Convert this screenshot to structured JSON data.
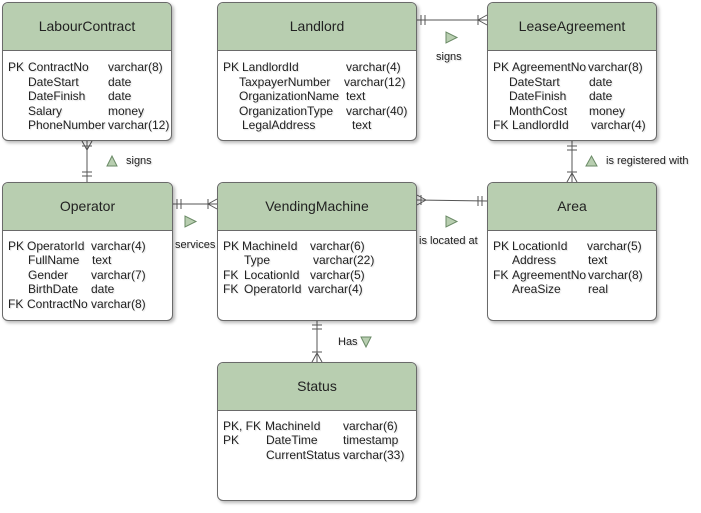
{
  "entities": {
    "labour_contract": {
      "title": "LabourContract",
      "rows": [
        {
          "key": "PK",
          "name": "ContractNo",
          "type": "varchar(8)"
        },
        {
          "key": "",
          "name": "DateStart",
          "type": "date"
        },
        {
          "key": "",
          "name": "DateFinish",
          "type": "date"
        },
        {
          "key": "",
          "name": "Salary",
          "type": "money"
        },
        {
          "key": "",
          "name": "PhoneNumber",
          "type": "varchar(12)"
        }
      ]
    },
    "landlord": {
      "title": "Landlord",
      "rows": [
        {
          "key": "PK",
          "name": "LandlordId",
          "type": "varchar(4)"
        },
        {
          "key": "",
          "name": "TaxpayerNumber",
          "type": "varchar(12)"
        },
        {
          "key": "",
          "name": "OrganizationName",
          "type": "text"
        },
        {
          "key": "",
          "name": "OrganizationType",
          "type": "varchar(40)"
        },
        {
          "key": "",
          "name": "LegalAddress",
          "type": "text"
        }
      ]
    },
    "lease_agreement": {
      "title": "LeaseAgreement",
      "rows": [
        {
          "key": "PK",
          "name": "AgreementNo",
          "type": "varchar(8)"
        },
        {
          "key": "",
          "name": "DateStart",
          "type": "date"
        },
        {
          "key": "",
          "name": "DateFinish",
          "type": "date"
        },
        {
          "key": "",
          "name": "MonthCost",
          "type": "money"
        },
        {
          "key": "FK",
          "name": "LandlordId",
          "type": "varchar(4)"
        }
      ]
    },
    "operator": {
      "title": "Operator",
      "rows": [
        {
          "key": "PK",
          "name": "OperatorId",
          "type": "varchar(4)"
        },
        {
          "key": "",
          "name": "FullName",
          "type": "text"
        },
        {
          "key": "",
          "name": "Gender",
          "type": "varchar(7)"
        },
        {
          "key": "",
          "name": "BirthDate",
          "type": "date"
        },
        {
          "key": "FK",
          "name": "ContractNo",
          "type": "varchar(8)"
        }
      ]
    },
    "vending_machine": {
      "title": "VendingMachine",
      "rows": [
        {
          "key": "PK",
          "name": "MachineId",
          "type": "varchar(6)"
        },
        {
          "key": "",
          "name": "Type",
          "type": "varchar(22)"
        },
        {
          "key": "FK",
          "name": "LocationId",
          "type": "varchar(5)"
        },
        {
          "key": "FK",
          "name": "OperatorId",
          "type": "varchar(4)"
        }
      ]
    },
    "area": {
      "title": "Area",
      "rows": [
        {
          "key": "PK",
          "name": "LocationId",
          "type": "varchar(5)"
        },
        {
          "key": "",
          "name": "Address",
          "type": "text"
        },
        {
          "key": "FK",
          "name": "AgreementNo",
          "type": "varchar(8)"
        },
        {
          "key": "",
          "name": "AreaSize",
          "type": "real"
        }
      ]
    },
    "status": {
      "title": "Status",
      "rows": [
        {
          "key": "PK, FK",
          "name": "MachineId",
          "type": "varchar(6)"
        },
        {
          "key": "PK",
          "name": "DateTime",
          "type": "timestamp"
        },
        {
          "key": "",
          "name": "CurrentStatus",
          "type": "varchar(33)"
        }
      ]
    }
  },
  "relationships": {
    "landlord_lease": "signs",
    "contract_operator": "signs",
    "lease_area": "is registered with",
    "operator_machine": "services",
    "machine_area": "is located at",
    "machine_status": "Has"
  },
  "colors": {
    "header_fill": "#b8ceb0",
    "border": "#6a6a6a",
    "arrow_fill": "#b8ceb0"
  }
}
